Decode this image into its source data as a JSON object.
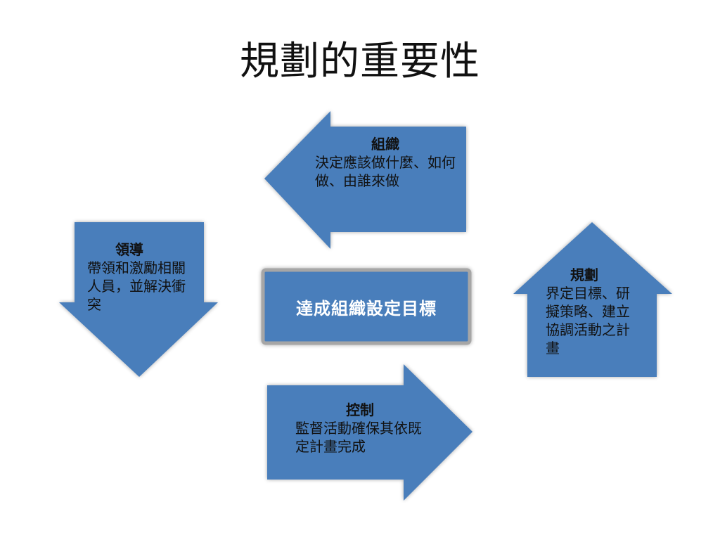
{
  "title": "規劃的重要性",
  "center": {
    "text": "達成組織設定目標"
  },
  "organize": {
    "heading": "組織",
    "body": "決定應該做什麼、如何做、由誰來做"
  },
  "lead": {
    "heading": "領導",
    "body": "帶領和激勵相關人員，並解決衝突"
  },
  "plan": {
    "heading": "規劃",
    "body": "界定目標、研擬策略、建立協調活動之計畫"
  },
  "control": {
    "heading": "控制",
    "body": "監督活動確保其依既定計畫完成"
  },
  "colors": {
    "shape_fill": "#4a7ebb",
    "shape_stroke": "#3a6aa6",
    "center_border": "#a6a6a6"
  }
}
